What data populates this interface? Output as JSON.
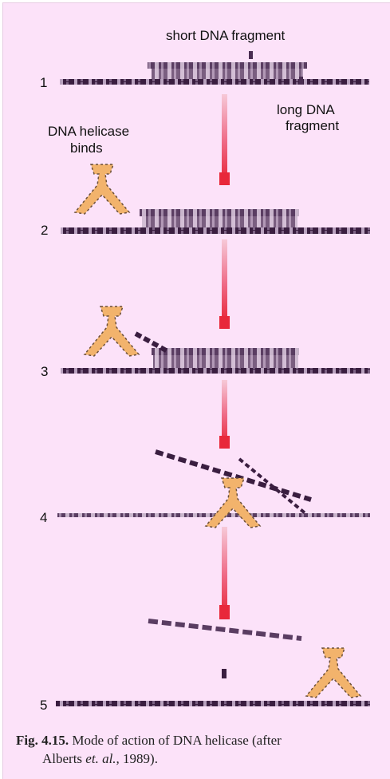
{
  "labels": {
    "short_fragment": "short DNA fragment",
    "long_fragment_line1": "long DNA",
    "long_fragment_line2": "fragment",
    "helicase_line1": "DNA helicase",
    "helicase_line2": "binds"
  },
  "steps": [
    "1",
    "2",
    "3",
    "4",
    "5"
  ],
  "caption": {
    "fig_label": "Fig. 4.15.",
    "text_line1": " Mode of action of DNA helicase (after",
    "text_line2_a": "Alberts ",
    "text_line2_italic": "et. al.,",
    "text_line2_b": " 1989)."
  },
  "colors": {
    "background": "#fce2f9",
    "dna": "#2a1530",
    "arrow": "#e8283a",
    "helicase": "#f2b36c"
  }
}
